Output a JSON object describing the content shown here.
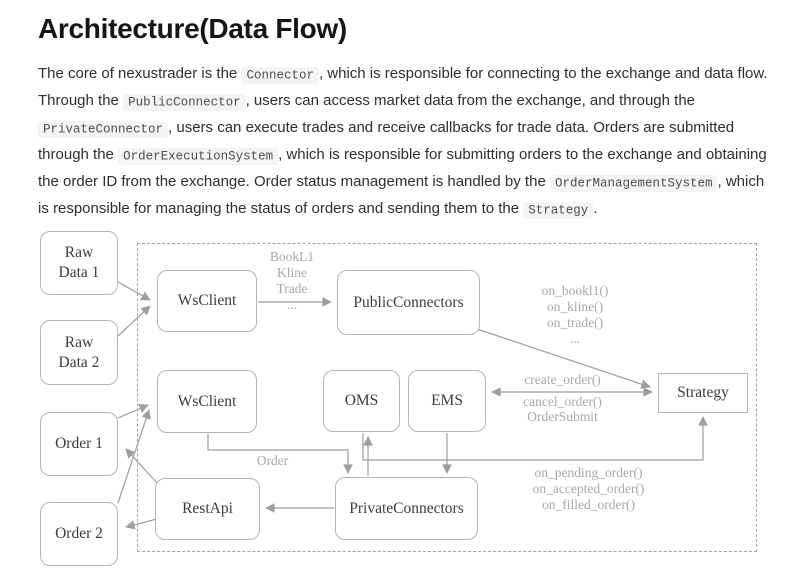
{
  "page": {
    "title": "Architecture(Data Flow)",
    "paragraph": [
      {
        "t": "The core of nexustrader is the "
      },
      {
        "c": "Connector"
      },
      {
        "t": ", which is responsible for connecting to the exchange and data flow. Through the "
      },
      {
        "c": "PublicConnector"
      },
      {
        "t": ", users can access market data from the exchange, and through the "
      },
      {
        "c": "PrivateConnector"
      },
      {
        "t": ", users can execute trades and receive callbacks for trade data. Orders are submitted through the "
      },
      {
        "c": "OrderExecutionSystem"
      },
      {
        "t": ", which is responsible for submitting orders to the exchange and obtaining the order ID from the exchange. Order status management is handled by the "
      },
      {
        "c": "OrderManagementSystem"
      },
      {
        "t": ", which is responsible for managing the status of orders and sending them to the "
      },
      {
        "c": "Strategy"
      },
      {
        "t": "."
      }
    ]
  },
  "diagram": {
    "nodes": {
      "rawData1": "Raw\nData 1",
      "rawData2": "Raw\nData 2",
      "order1": "Order 1",
      "order2": "Order 2",
      "wsClient1": "WsClient",
      "publicConnectors": "PublicConnectors",
      "wsClient2": "WsClient",
      "oms": "OMS",
      "ems": "EMS",
      "strategy": "Strategy",
      "restApi": "RestApi",
      "privateConnectors": "PrivateConnectors"
    },
    "edge_labels": {
      "feed": "BookL1\nKline\nTrade\n...",
      "market_callbacks": "on_bookl1()\non_kline()\non_trade()\n...",
      "order_commands_top": "create_order()",
      "order_commands_bottom": "cancel_order()\nOrderSubmit",
      "order": "Order",
      "status_callbacks": "on_pending_order()\non_accepted_order()\non_filled_order()"
    },
    "colors": {
      "line": "#9e9e9e",
      "box_border": "#b5b5b5",
      "node_text": "#3c3c3c",
      "label_text": "#a8a8a8",
      "code_bg": "#f4f4f4"
    }
  }
}
